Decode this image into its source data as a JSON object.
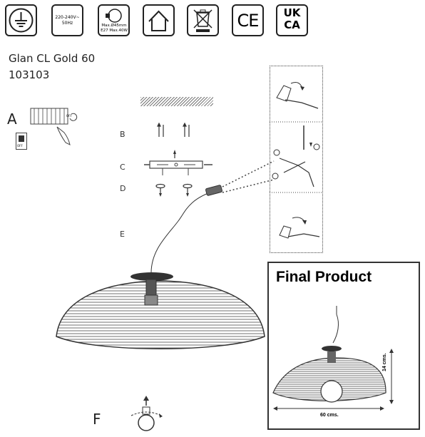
{
  "icons": [
    {
      "name": "earth-ground-icon"
    },
    {
      "name": "voltage-icon",
      "lines": [
        "220-240V~",
        "50Hz"
      ]
    },
    {
      "name": "bulb-spec-icon",
      "lines": [
        "Max.Ø45mm",
        "E27 Max.40W"
      ]
    },
    {
      "name": "indoor-use-icon"
    },
    {
      "name": "weee-bin-icon"
    },
    {
      "name": "ce-mark-icon",
      "text": "CE"
    },
    {
      "name": "ukca-mark-icon",
      "lines": [
        "UK",
        "CA"
      ]
    }
  ],
  "product": {
    "name": "Glan CL Gold 60",
    "code": "103103"
  },
  "steps": {
    "a": "A",
    "b": "B",
    "c": "C",
    "d": "D",
    "e": "E",
    "f": "F"
  },
  "switch_labels": {
    "off": "OFF",
    "panel_off": "OFF"
  },
  "final_product": {
    "title": "Final Product",
    "width": "60 cms.",
    "height": "14 cms."
  }
}
